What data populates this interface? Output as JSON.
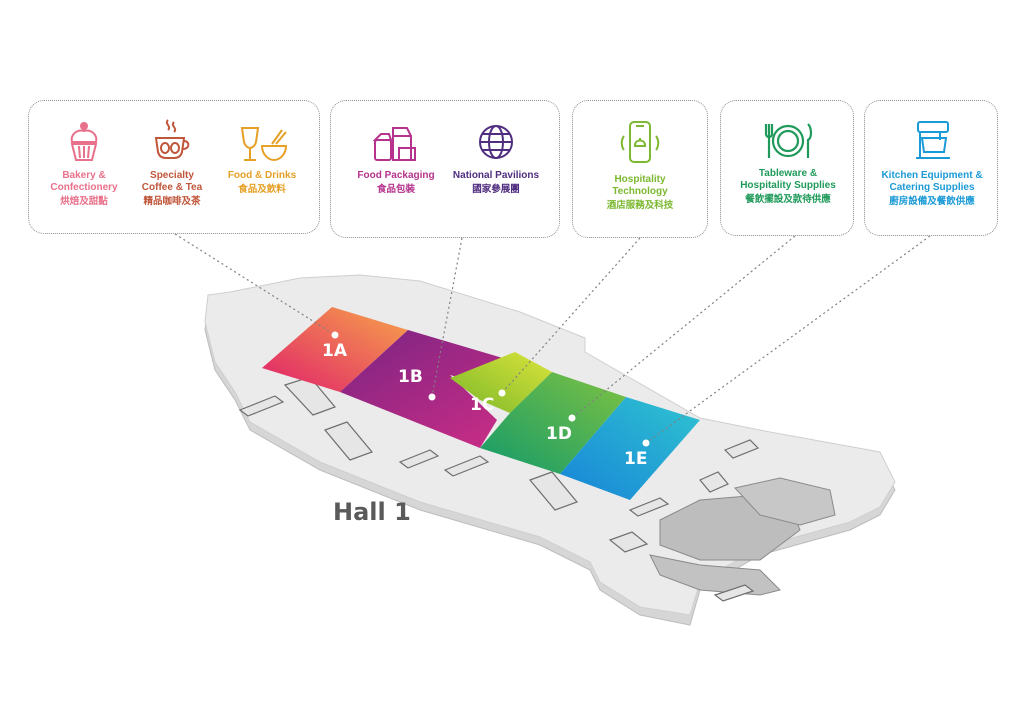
{
  "hall_label": "Hall 1",
  "categories": [
    {
      "id": "bakery",
      "en": "Bakery &\nConfectionery",
      "zh": "烘焙及甜點",
      "color": "#e8708a",
      "icon": "cupcake-icon"
    },
    {
      "id": "coffee",
      "en": "Specialty\nCoffee & Tea",
      "zh": "精品咖啡及茶",
      "color": "#c0563a",
      "icon": "coffee-cup-icon"
    },
    {
      "id": "food",
      "en": "Food & Drinks",
      "zh": "食品及飲料",
      "color": "#e5a025",
      "icon": "glass-bowl-icon"
    },
    {
      "id": "packaging",
      "en": "Food Packaging",
      "zh": "食品包裝",
      "color": "#b5338c",
      "icon": "package-icon"
    },
    {
      "id": "national",
      "en": "National Pavilions",
      "zh": "國家參展團",
      "color": "#4f2d7f",
      "icon": "globe-icon"
    },
    {
      "id": "hospitality",
      "en": "Hospitality\nTechnology",
      "zh": "酒店服務及科技",
      "color": "#7cb830",
      "icon": "smartphone-icon"
    },
    {
      "id": "tableware",
      "en": "Tableware &\nHospitality Supplies",
      "zh": "餐飲擺設及款待供應",
      "color": "#1f9a5a",
      "icon": "plate-cutlery-icon"
    },
    {
      "id": "kitchen",
      "en": "Kitchen Equipment &\nCatering Supplies",
      "zh": "廚房設備及餐飲供應",
      "color": "#1a9ad6",
      "icon": "mixer-icon"
    }
  ],
  "zones": [
    {
      "id": "1A",
      "label": "1A"
    },
    {
      "id": "1B",
      "label": "1B"
    },
    {
      "id": "1C",
      "label": "1C"
    },
    {
      "id": "1D",
      "label": "1D"
    },
    {
      "id": "1E",
      "label": "1E"
    }
  ]
}
